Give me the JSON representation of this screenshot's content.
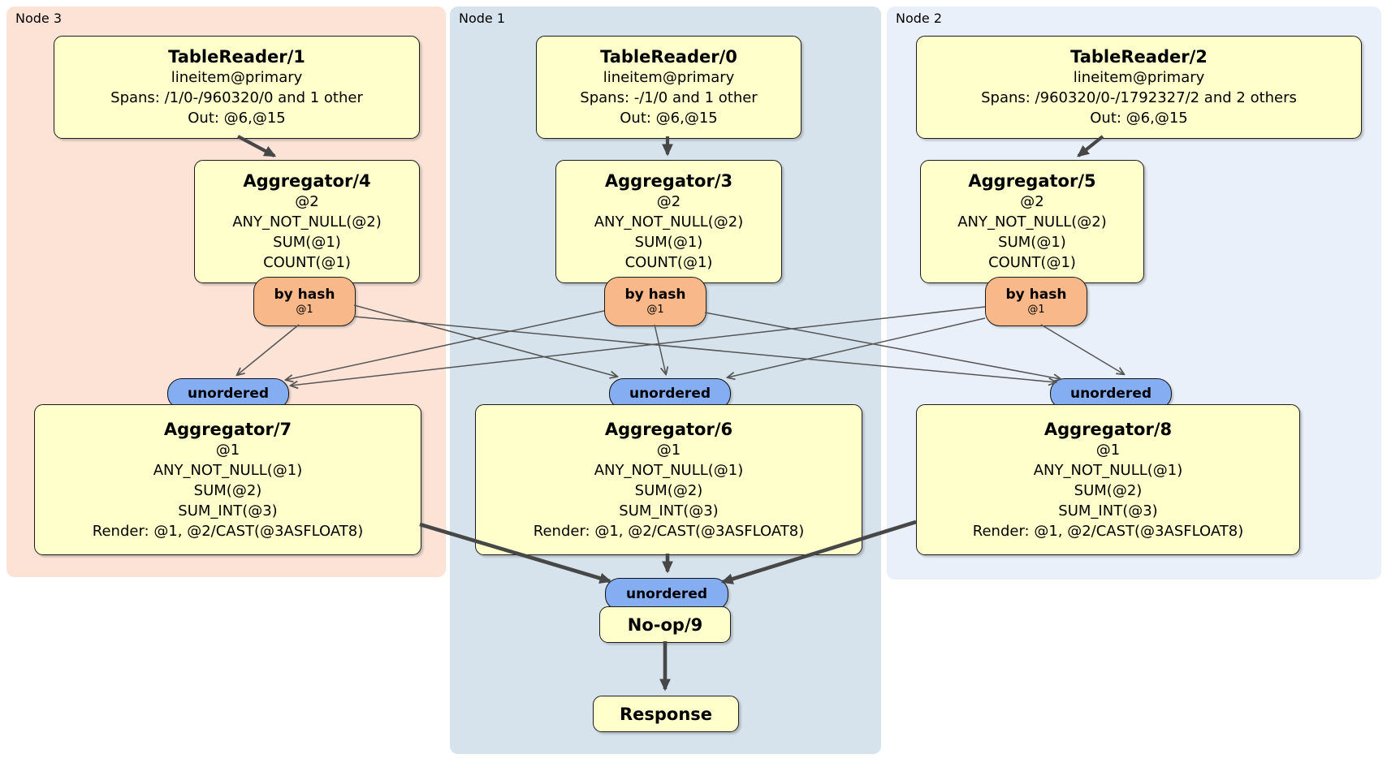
{
  "groups": [
    {
      "id": "node3",
      "label": "Node 3"
    },
    {
      "id": "node1",
      "label": "Node 1"
    },
    {
      "id": "node2",
      "label": "Node 2"
    }
  ],
  "processors": {
    "tr1": {
      "title": "TableReader/1",
      "lines": [
        "lineitem@primary",
        "Spans: /1/0-/960320/0 and 1 other",
        "Out: @6,@15"
      ]
    },
    "tr0": {
      "title": "TableReader/0",
      "lines": [
        "lineitem@primary",
        "Spans: -/1/0 and 1 other",
        "Out: @6,@15"
      ]
    },
    "tr2": {
      "title": "TableReader/2",
      "lines": [
        "lineitem@primary",
        "Spans: /960320/0-/1792327/2 and 2 others",
        "Out: @6,@15"
      ]
    },
    "agg4": {
      "title": "Aggregator/4",
      "lines": [
        "@2",
        "ANY_NOT_NULL(@2)",
        "SUM(@1)",
        "COUNT(@1)"
      ]
    },
    "agg3": {
      "title": "Aggregator/3",
      "lines": [
        "@2",
        "ANY_NOT_NULL(@2)",
        "SUM(@1)",
        "COUNT(@1)"
      ]
    },
    "agg5": {
      "title": "Aggregator/5",
      "lines": [
        "@2",
        "ANY_NOT_NULL(@2)",
        "SUM(@1)",
        "COUNT(@1)"
      ]
    },
    "agg7": {
      "title": "Aggregator/7",
      "lines": [
        "@1",
        "ANY_NOT_NULL(@1)",
        "SUM(@2)",
        "SUM_INT(@3)",
        "Render: @1, @2/CAST(@3ASFLOAT8)"
      ]
    },
    "agg6": {
      "title": "Aggregator/6",
      "lines": [
        "@1",
        "ANY_NOT_NULL(@1)",
        "SUM(@2)",
        "SUM_INT(@3)",
        "Render: @1, @2/CAST(@3ASFLOAT8)"
      ]
    },
    "agg8": {
      "title": "Aggregator/8",
      "lines": [
        "@1",
        "ANY_NOT_NULL(@1)",
        "SUM(@2)",
        "SUM_INT(@3)",
        "Render: @1, @2/CAST(@3ASFLOAT8)"
      ]
    },
    "noop": {
      "title": "No-op/9"
    },
    "response": {
      "title": "Response"
    }
  },
  "router": {
    "label": "by hash",
    "detail": "@1"
  },
  "sync": {
    "label": "unordered"
  },
  "connections": {
    "table_readers_to_aggregators": [
      "TableReader/1->Aggregator/4",
      "TableReader/0->Aggregator/3",
      "TableReader/2->Aggregator/5"
    ],
    "hash_routers_to_unordered": "each 'by hash' router fans out to all three 'unordered' synchronizers",
    "final_aggregators_to_noop": [
      "Aggregator/7->unordered->No-op/9",
      "Aggregator/6->unordered->No-op/9",
      "Aggregator/8->unordered->No-op/9"
    ],
    "noop_to_response": "No-op/9->Response"
  },
  "colors": {
    "processor_fill": "#ffffcc",
    "router_fill": "#f8b88a",
    "sync_fill": "#85adf1",
    "node3_bg": "#fce3d6",
    "node1_bg": "#d6e3ec",
    "node2_bg": "#e9f0f9",
    "edge": "#4d4d4d"
  }
}
